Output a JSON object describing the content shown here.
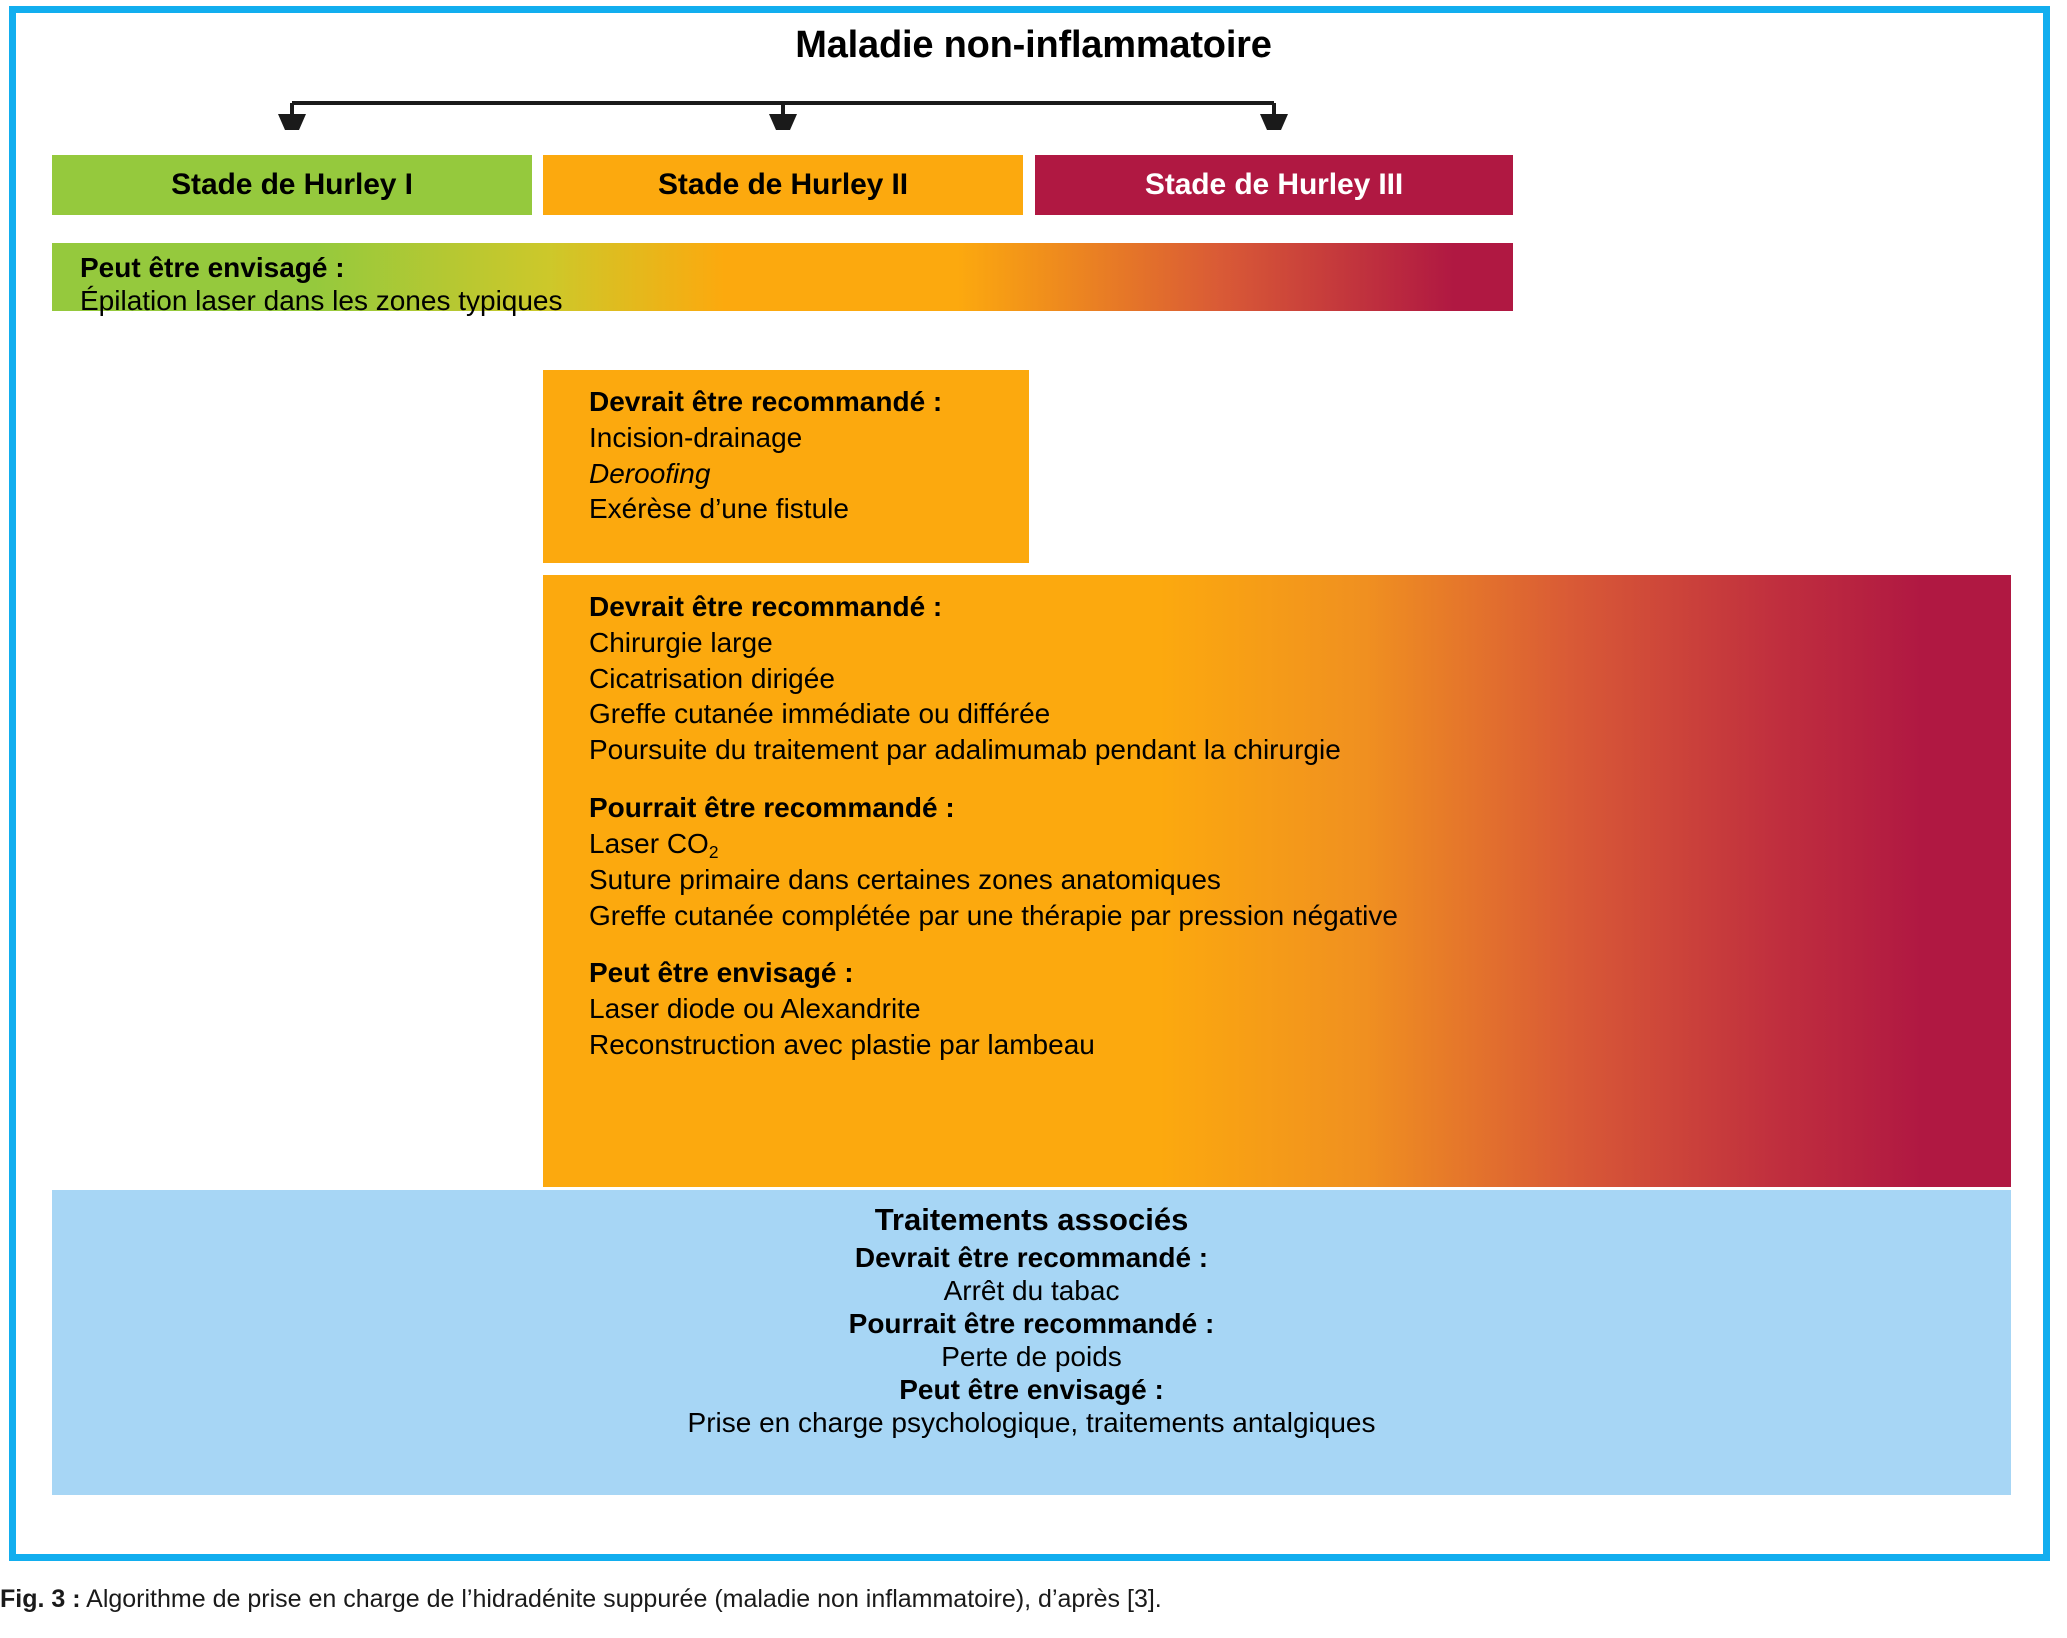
{
  "figure": {
    "caption_label": "Fig. 3 :",
    "caption_text": "Algorithme de prise en charge de l’hidradénite suppurée (maladie non inflammatoire), d’après [3]."
  },
  "root": {
    "title": "Maladie non-inflammatoire"
  },
  "stages": [
    {
      "label": "Stade de Hurley I",
      "color": "#95c93d",
      "text_color": "#000000"
    },
    {
      "label": "Stade de Hurley II",
      "color": "#fca90e",
      "text_color": "#000000"
    },
    {
      "label": "Stade de Hurley III",
      "color": "#b01842",
      "text_color": "#ffffff"
    }
  ],
  "band_epilation": {
    "heading": "Peut être envisagé :",
    "items": [
      "Épilation laser dans les zones typiques"
    ]
  },
  "box_hurley2": {
    "heading": "Devrait être recommandé :",
    "items": [
      "Incision-drainage",
      "Deroofing",
      "Exérèse d’une fistule"
    ],
    "italic_item": "Deroofing"
  },
  "box_hurley23": {
    "sections": [
      {
        "heading": "Devrait être recommandé :",
        "items": [
          "Chirurgie large",
          "Cicatrisation dirigée",
          "Greffe cutanée immédiate ou différée",
          "Poursuite du traitement par adalimumab pendant la chirurgie"
        ]
      },
      {
        "heading": "Pourrait être recommandé :",
        "items": [
          "Laser CO2",
          "Suture primaire dans certaines zones anatomiques",
          "Greffe cutanée complétée par une thérapie par pression négative"
        ],
        "laser_prefix": "Laser CO",
        "laser_sub": "2"
      },
      {
        "heading": "Peut être envisagé :",
        "items": [
          "Laser diode ou Alexandrite",
          "Reconstruction avec plastie par lambeau"
        ]
      }
    ]
  },
  "box_associated": {
    "title": "Traitements associés",
    "rows": [
      {
        "type": "heading",
        "text": "Devrait être recommandé :"
      },
      {
        "type": "item",
        "text": "Arrêt du tabac"
      },
      {
        "type": "heading",
        "text": "Pourrait être recommandé :"
      },
      {
        "type": "item",
        "text": "Perte de poids"
      },
      {
        "type": "heading",
        "text": "Peut être envisagé :"
      },
      {
        "type": "item",
        "text": "Prise en charge psychologique, traitements antalgiques"
      }
    ]
  },
  "colors": {
    "frame": "#12aeef",
    "green": "#95c93d",
    "orange": "#fca90e",
    "crimson": "#b01842",
    "light_blue": "#a7d6f5",
    "connector": "#1a1a1a"
  }
}
